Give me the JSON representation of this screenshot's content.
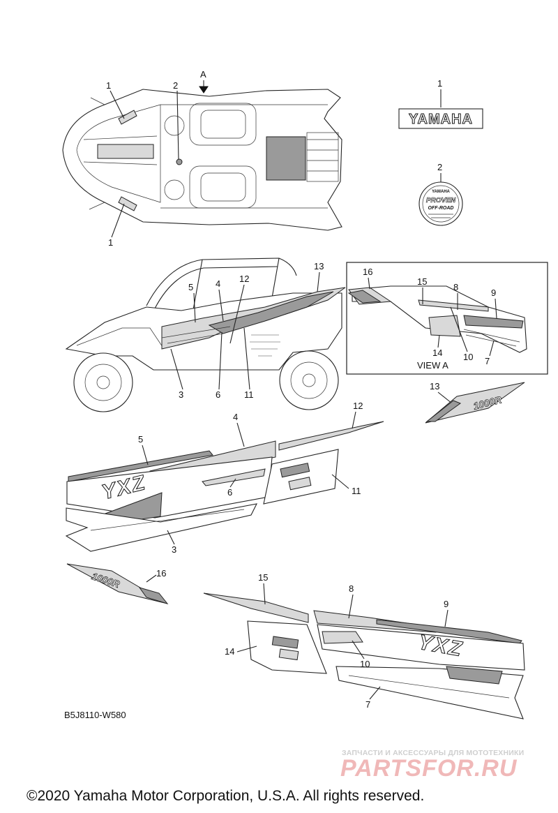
{
  "diagram": {
    "view_arrow_label": "A",
    "view_label": "VIEW A",
    "drawing_code": "B5J8110-W580",
    "copyright": "©2020 Yamaha Motor Corporation, U.S.A. All rights reserved.",
    "decal_texts": {
      "yamaha": "YAMAHA",
      "badge_top": "YAMAHA",
      "badge_mid1": "PROVEN",
      "badge_mid2": "OFF-ROAD",
      "model": "1000R",
      "yxz": "YXZ"
    },
    "callouts": {
      "top_view": [
        "1",
        "2",
        "1"
      ],
      "badges": [
        "1",
        "2"
      ],
      "side_view": [
        "13",
        "5",
        "4",
        "12",
        "3",
        "6",
        "11"
      ],
      "view_a": [
        "16",
        "15",
        "8",
        "9",
        "14",
        "10",
        "7"
      ],
      "exploded": [
        "13",
        "12",
        "4",
        "5",
        "6",
        "11",
        "3",
        "16",
        "15",
        "8",
        "9",
        "14",
        "10",
        "7"
      ]
    }
  },
  "watermark": {
    "tagline": "ЗАПЧАСТИ И АКСЕССУАРЫ ДЛЯ МОТОТЕХНИКИ",
    "logo": "PARTSFOR.RU"
  }
}
